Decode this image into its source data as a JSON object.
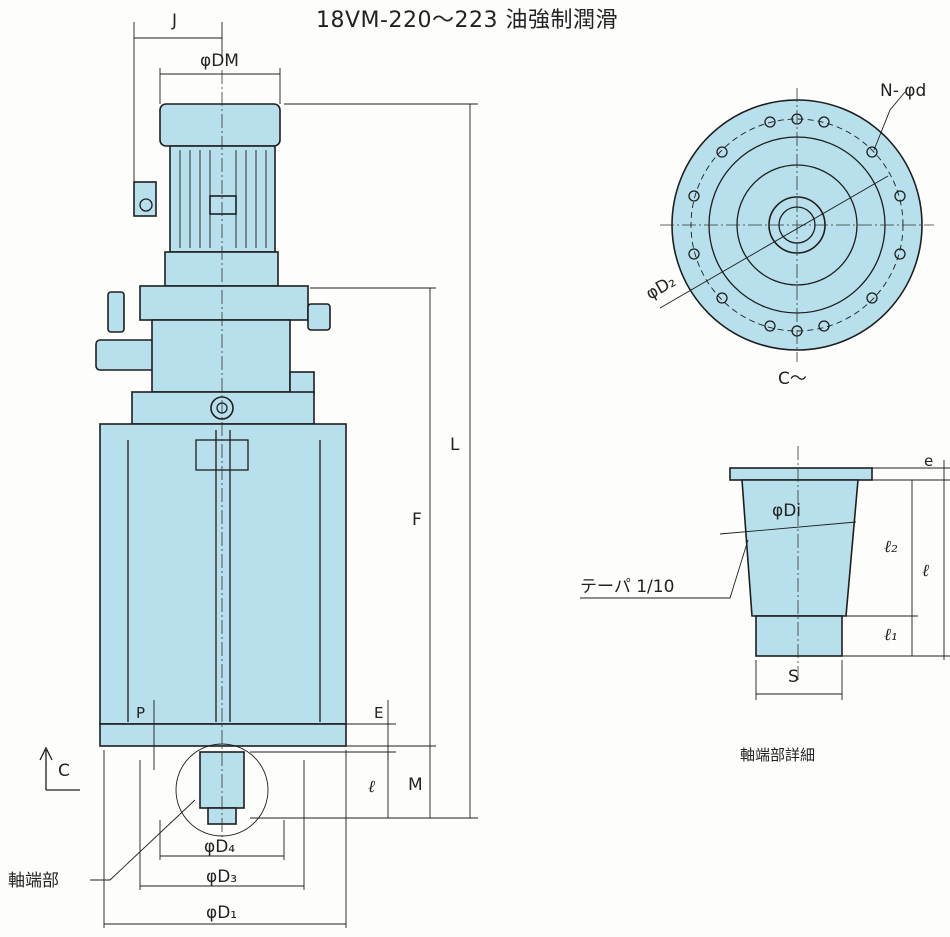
{
  "title": "18VM-220～223  油強制潤滑",
  "labels": {
    "J": "J",
    "DM": "φDM",
    "L": "L",
    "F": "F",
    "E": "E",
    "P": "P",
    "M": "M",
    "l_main": "ℓ",
    "C_arrow": "C",
    "D4": "φD₄",
    "D3": "φD₃",
    "D1": "φD₁",
    "shaft_end": "軸端部",
    "N_d": "N- φd",
    "D2": "φD₂",
    "C_view": "C～",
    "e": "e",
    "l2": "ℓ₂",
    "l_detail": "ℓ",
    "l1": "ℓ₁",
    "Di": "φDi",
    "taper": "テーパ 1/10",
    "S": "S",
    "detail_caption": "軸端部詳細"
  }
}
